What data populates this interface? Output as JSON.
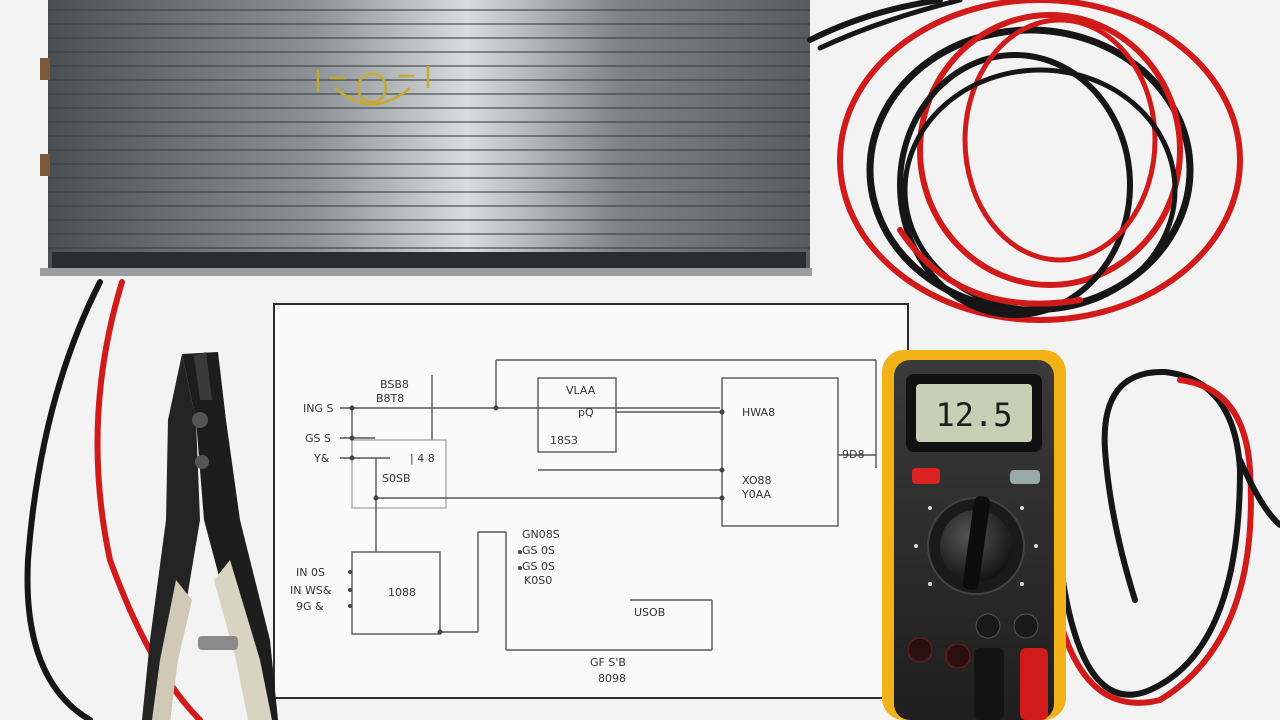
{
  "scene": {
    "objects": [
      {
        "name": "inverter",
        "icon": "inverter-icon"
      },
      {
        "name": "wire-coil",
        "icon": "cable-coil-icon"
      },
      {
        "name": "crimper",
        "icon": "pliers-icon"
      },
      {
        "name": "multimeter",
        "icon": "multimeter-icon"
      },
      {
        "name": "schematic",
        "icon": "wiring-diagram-icon"
      }
    ],
    "colors": {
      "background": "#f3f3f3",
      "inverter_body": "#6f7477",
      "wire_red": "#d11a1a",
      "wire_black": "#161616",
      "meter_case": "#f2b217",
      "meter_face": "#2b2b2b",
      "lcd": "#c7cfb5",
      "paper": "#fafafa",
      "ink": "#333333"
    }
  },
  "multimeter": {
    "display": "12.5"
  },
  "schematic_labels": {
    "l1": "ING S",
    "l2": "GS S",
    "l3": "Y&",
    "l4": "BSB8",
    "l5": "B8T8",
    "l6": "| 4 8",
    "l7": "S0SB",
    "l8": "VLAA",
    "l9": "pQ",
    "l10": "18S3",
    "l11": "HWA8",
    "l12": "XO88",
    "l13": "Y0AA",
    "l14": "9D8",
    "l15": "IN 0S",
    "l16": "IN WS&",
    "l17": "9G &",
    "l18": "1088",
    "l19": "GN08S",
    "l20": "GS 0S",
    "l21": "GS 0S",
    "l22": "K0S0",
    "l23": "USOB",
    "l24": "GF S'B",
    "l25": "8098"
  }
}
